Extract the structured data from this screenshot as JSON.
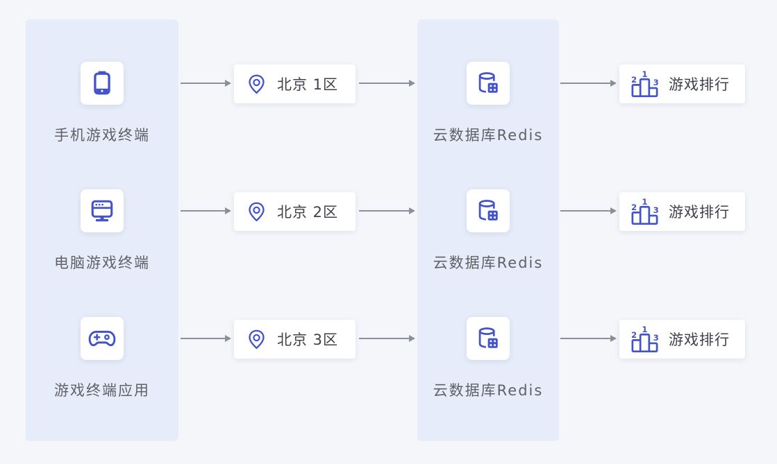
{
  "colors": {
    "background": "#F5F6FA",
    "panel": "#E6ECF9",
    "icon_blue": "#4353C9",
    "arrow": "#8A8F99",
    "card_bg": "#FFFFFF",
    "heading_text": "#3E4147",
    "label_text": "#5E6166"
  },
  "rows": [
    {
      "terminal_label": "手机游戏终端",
      "terminal_icon": "mobile-phone-icon",
      "zone_label": "北京 1区",
      "zone_icon": "location-pin-icon",
      "database_label": "云数据库Redis",
      "database_icon": "redis-database-icon",
      "ranking_label": "游戏排行",
      "ranking_icon": "ranking-podium-icon"
    },
    {
      "terminal_label": "电脑游戏终端",
      "terminal_icon": "desktop-browser-icon",
      "zone_label": "北京 2区",
      "zone_icon": "location-pin-icon",
      "database_label": "云数据库Redis",
      "database_icon": "redis-database-icon",
      "ranking_label": "游戏排行",
      "ranking_icon": "ranking-podium-icon"
    },
    {
      "terminal_label": "游戏终端应用",
      "terminal_icon": "gamepad-icon",
      "zone_label": "北京 3区",
      "zone_icon": "location-pin-icon",
      "database_label": "云数据库Redis",
      "database_icon": "redis-database-icon",
      "ranking_label": "游戏排行",
      "ranking_icon": "ranking-podium-icon"
    }
  ],
  "icons": {
    "podium_numbers": [
      "2",
      "1",
      "3"
    ]
  }
}
